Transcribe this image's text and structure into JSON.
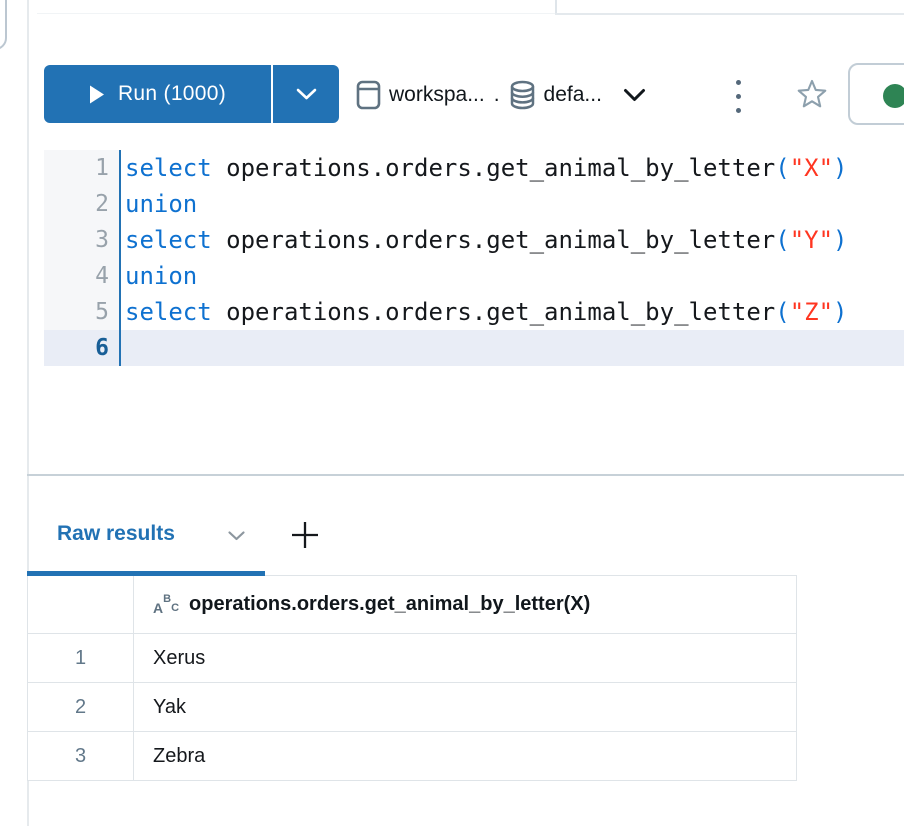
{
  "toolbar": {
    "run_button": {
      "label": "Run (1000)"
    },
    "context_selector": {
      "catalog_label": "workspa...",
      "separator": ".",
      "schema_label": "defa..."
    },
    "status": {
      "indicator_color": "#2E8454"
    }
  },
  "editor": {
    "lines": [
      {
        "number": "1",
        "active": false,
        "tokens": [
          [
            "select",
            "kw"
          ],
          [
            " operations.orders.get_animal_by_letter",
            "id"
          ],
          [
            "(",
            "pr"
          ],
          [
            "\"X\"",
            "str"
          ],
          [
            ")",
            "pr"
          ]
        ]
      },
      {
        "number": "2",
        "active": false,
        "tokens": [
          [
            "union",
            "kw"
          ]
        ]
      },
      {
        "number": "3",
        "active": false,
        "tokens": [
          [
            "select",
            "kw"
          ],
          [
            " operations.orders.get_animal_by_letter",
            "id"
          ],
          [
            "(",
            "pr"
          ],
          [
            "\"Y\"",
            "str"
          ],
          [
            ")",
            "pr"
          ]
        ]
      },
      {
        "number": "4",
        "active": false,
        "tokens": [
          [
            "union",
            "kw"
          ]
        ]
      },
      {
        "number": "5",
        "active": false,
        "tokens": [
          [
            "select",
            "kw"
          ],
          [
            " operations.orders.get_animal_by_letter",
            "id"
          ],
          [
            "(",
            "pr"
          ],
          [
            "\"Z\"",
            "str"
          ],
          [
            ")",
            "pr"
          ]
        ]
      },
      {
        "number": "6",
        "active": true,
        "tokens": []
      }
    ]
  },
  "results": {
    "tab": {
      "label": "Raw results"
    },
    "table": {
      "type_icon": {
        "a": "A",
        "b": "B",
        "c": "C"
      },
      "column_header": "operations.orders.get_animal_by_letter(X)",
      "rows": [
        {
          "num": "1",
          "value": "Xerus"
        },
        {
          "num": "2",
          "value": "Yak"
        },
        {
          "num": "3",
          "value": "Zebra"
        }
      ]
    }
  },
  "colors": {
    "primary_blue": "#2272B4",
    "keyword_blue": "#0E71D0",
    "string_red": "#FF3621",
    "status_green": "#2E8454",
    "current_line_bg": "#E9EDF6"
  }
}
